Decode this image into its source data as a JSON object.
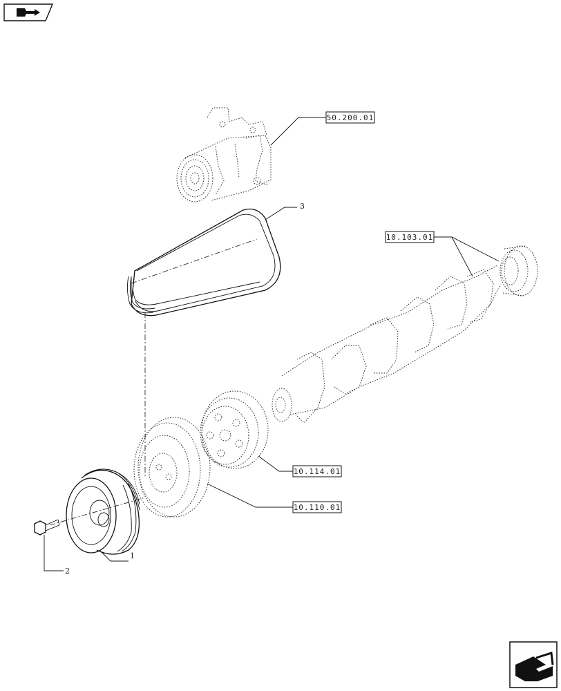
{
  "references": {
    "ac_compressor": "50.200.01",
    "crank_gear": "10.103.01",
    "damper_hub": "10.114.01",
    "damper": "10.110.01"
  },
  "parts": {
    "pulley": "1",
    "bolt": "2",
    "belt": "3"
  },
  "icons": {
    "top_left": "previous-page-icon",
    "bottom_right": "next-page-icon"
  }
}
